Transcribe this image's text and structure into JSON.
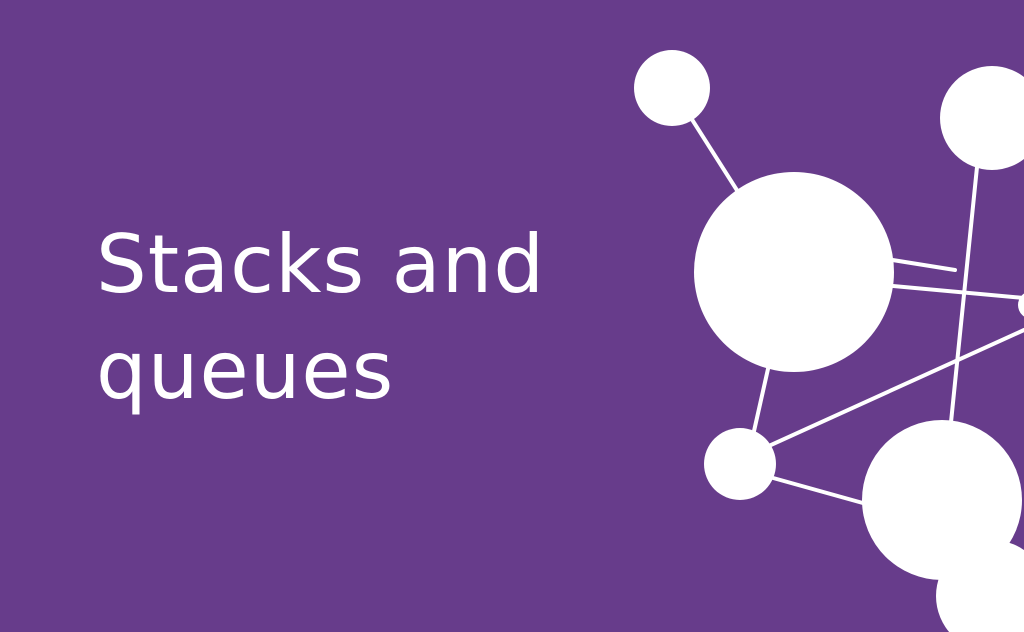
{
  "title": {
    "line1": "Stacks and",
    "line2": "queues"
  },
  "colors": {
    "background": "#673c8b",
    "foreground": "#ffffff"
  },
  "graphic": {
    "icon": "molecule-network-graphic"
  }
}
